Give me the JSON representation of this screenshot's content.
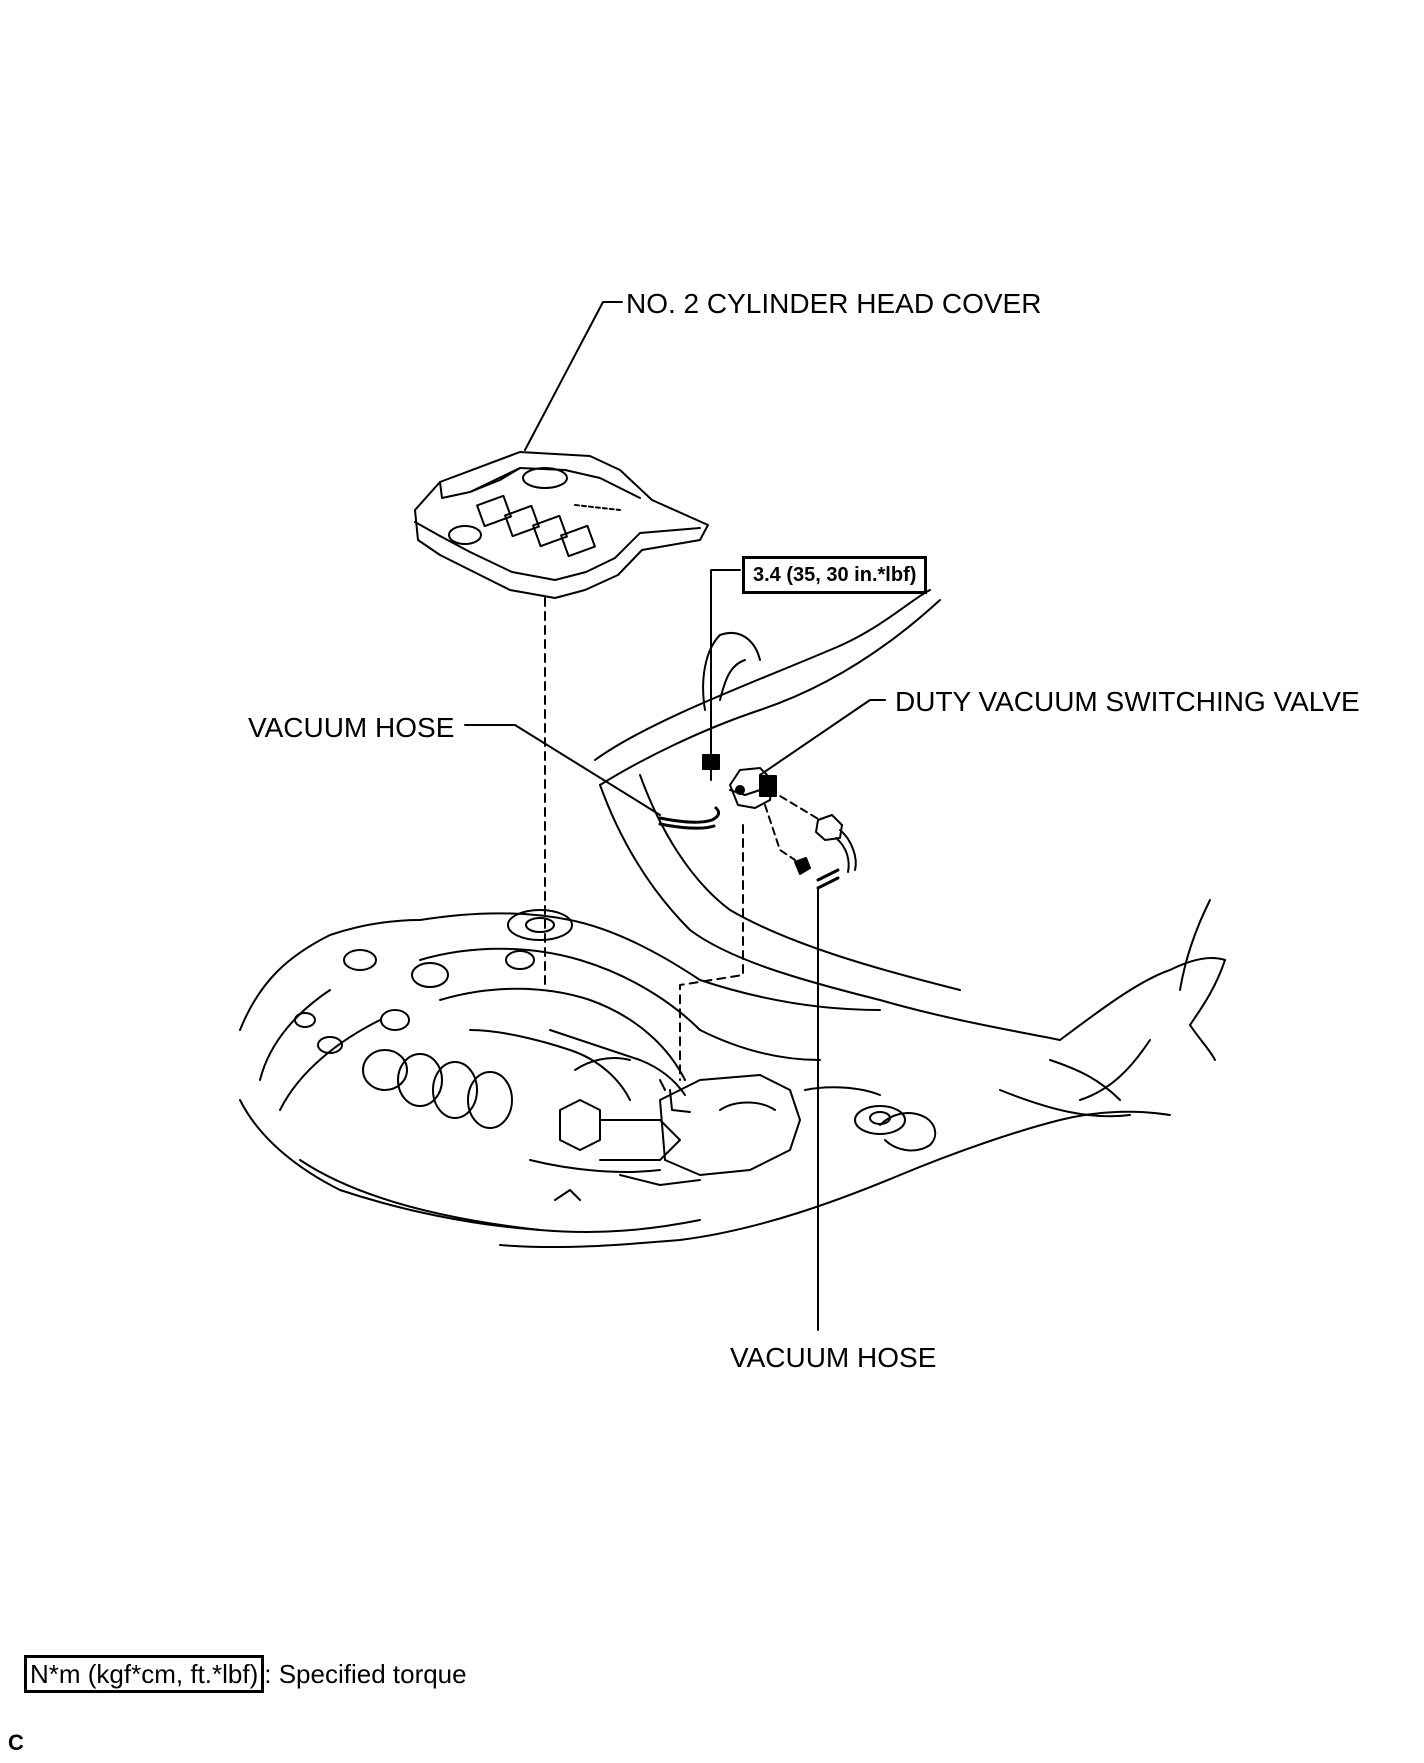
{
  "labels": {
    "head_cover": "NO. 2 CYLINDER HEAD COVER",
    "vacuum_hose_left": "VACUUM HOSE",
    "dvsv": "DUTY VACUUM SWITCHING VALVE",
    "vacuum_hose_bottom": "VACUUM HOSE"
  },
  "torque_spec": "3.4 (35, 30 in.*lbf)",
  "legend": {
    "unit_box": "N*m (kgf*cm, ft.*lbf)",
    "description": ": Specified torque"
  },
  "corner_mark": "C"
}
